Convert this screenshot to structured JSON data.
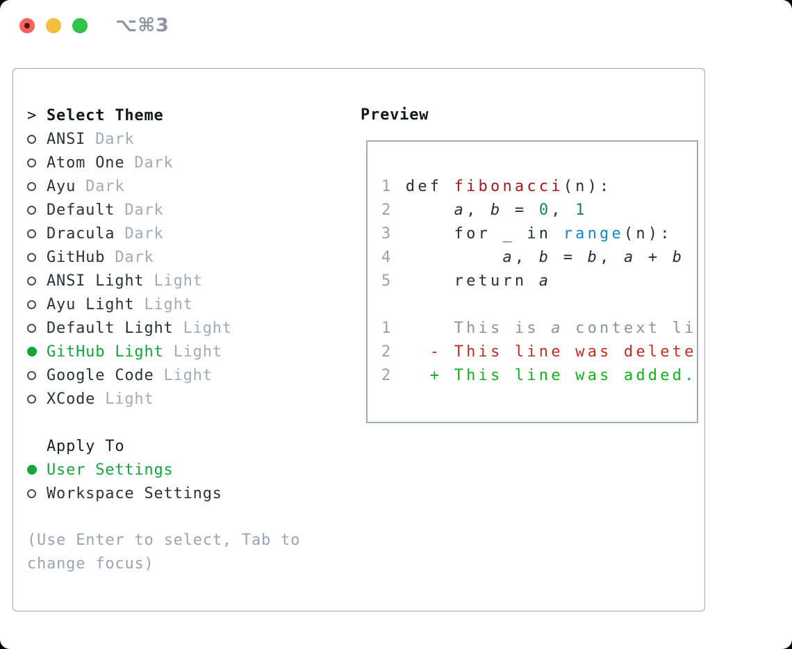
{
  "window": {
    "title": "⌥⌘3"
  },
  "colors": {
    "selected_green": "#14a53c",
    "added_green": "#10b31c",
    "deleted_red": "#c32c1f",
    "function_red": "#a4181e",
    "number_teal": "#0e7d7e",
    "call_blue": "#1487c8",
    "muted_gray": "#a2abb8",
    "border_gray": "#9ca5b1",
    "traffic_red": "#f4635c",
    "traffic_yellow": "#f7bd40",
    "traffic_green": "#33c24b"
  },
  "theme_panel": {
    "header_prefix": ">",
    "header": "Select Theme",
    "items": [
      {
        "name": "ANSI",
        "tag": "Dark",
        "selected": false
      },
      {
        "name": "Atom One",
        "tag": "Dark",
        "selected": false
      },
      {
        "name": "Ayu",
        "tag": "Dark",
        "selected": false
      },
      {
        "name": "Default",
        "tag": "Dark",
        "selected": false
      },
      {
        "name": "Dracula",
        "tag": "Dark",
        "selected": false
      },
      {
        "name": "GitHub",
        "tag": "Dark",
        "selected": false
      },
      {
        "name": "ANSI Light",
        "tag": "Light",
        "selected": false
      },
      {
        "name": "Ayu Light",
        "tag": "Light",
        "selected": false
      },
      {
        "name": "Default Light",
        "tag": "Light",
        "selected": false
      },
      {
        "name": "GitHub Light",
        "tag": "Light",
        "selected": true
      },
      {
        "name": "Google Code",
        "tag": "Light",
        "selected": false
      },
      {
        "name": "XCode",
        "tag": "Light",
        "selected": false
      }
    ],
    "apply_header": "Apply To",
    "apply_items": [
      {
        "name": "User Settings",
        "selected": true
      },
      {
        "name": "Workspace Settings",
        "selected": false
      }
    ],
    "hint_line1": "(Use Enter to select, Tab to",
    "hint_line2": "change focus)"
  },
  "preview": {
    "header": "Preview",
    "code_lines": [
      {
        "tokens": [
          {
            "t": "1 ",
            "c": "ln"
          },
          {
            "t": "def ",
            "c": "k"
          },
          {
            "t": "fibonacci",
            "c": "fn"
          },
          {
            "t": "(n):",
            "c": "p"
          }
        ]
      },
      {
        "tokens": [
          {
            "t": "2 ",
            "c": "ln"
          },
          {
            "t": "    ",
            "c": "p"
          },
          {
            "t": "a",
            "c": "var"
          },
          {
            "t": ", ",
            "c": "p"
          },
          {
            "t": "b",
            "c": "var"
          },
          {
            "t": " = ",
            "c": "p"
          },
          {
            "t": "0",
            "c": "num"
          },
          {
            "t": ", ",
            "c": "p"
          },
          {
            "t": "1",
            "c": "num"
          }
        ]
      },
      {
        "tokens": [
          {
            "t": "3 ",
            "c": "ln"
          },
          {
            "t": "    for _ in ",
            "c": "k"
          },
          {
            "t": "range",
            "c": "call"
          },
          {
            "t": "(n):",
            "c": "p"
          }
        ]
      },
      {
        "tokens": [
          {
            "t": "4 ",
            "c": "ln"
          },
          {
            "t": "        ",
            "c": "p"
          },
          {
            "t": "a",
            "c": "var"
          },
          {
            "t": ", ",
            "c": "p"
          },
          {
            "t": "b",
            "c": "var"
          },
          {
            "t": " = ",
            "c": "p"
          },
          {
            "t": "b",
            "c": "var"
          },
          {
            "t": ", ",
            "c": "p"
          },
          {
            "t": "a",
            "c": "var"
          },
          {
            "t": " + ",
            "c": "p"
          },
          {
            "t": "b",
            "c": "var"
          }
        ]
      },
      {
        "tokens": [
          {
            "t": "5 ",
            "c": "ln"
          },
          {
            "t": "    return ",
            "c": "k"
          },
          {
            "t": "a",
            "c": "var"
          }
        ]
      },
      {
        "tokens": []
      },
      {
        "tokens": [
          {
            "t": "1 ",
            "c": "ln"
          },
          {
            "t": "    This is ",
            "c": "ctx"
          },
          {
            "t": "a",
            "c": "ctxv"
          },
          {
            "t": " context line.",
            "c": "ctx"
          }
        ]
      },
      {
        "tokens": [
          {
            "t": "2 ",
            "c": "ln"
          },
          {
            "t": "  ",
            "c": "p"
          },
          {
            "t": "- This line was deleted.",
            "c": "del"
          }
        ]
      },
      {
        "tokens": [
          {
            "t": "2 ",
            "c": "ln"
          },
          {
            "t": "  ",
            "c": "p"
          },
          {
            "t": "+ This line was added.",
            "c": "add"
          }
        ]
      }
    ]
  }
}
